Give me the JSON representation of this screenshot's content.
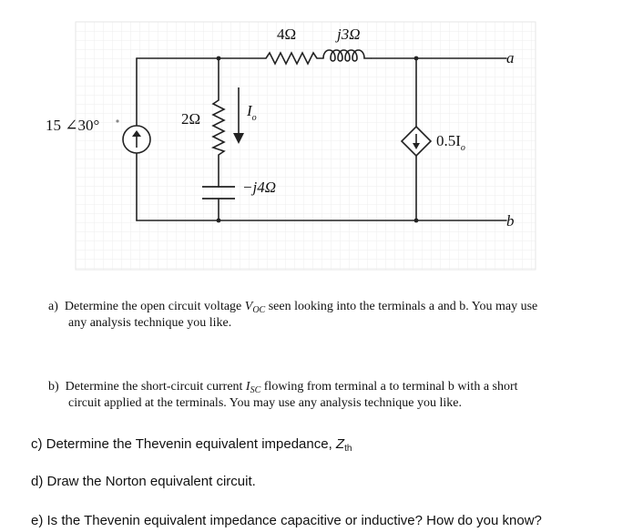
{
  "circuit": {
    "source_label": "15 ∠30°",
    "r1_label": "4Ω",
    "l1_label": "j3Ω",
    "r2_label": "2Ω",
    "current_label": "I",
    "current_sub": "o",
    "c1_label": "−j4Ω",
    "dep_source_label": "0.5I",
    "dep_source_sub": "o",
    "terminal_a": "a",
    "terminal_b": "b"
  },
  "questions": {
    "a": {
      "marker": "a)",
      "line1_pre": "Determine the open circuit voltage ",
      "var": "V",
      "var_sub": "OC",
      "line1_post": " seen looking into the terminals a and b.  You may use",
      "line2": "any analysis technique you like."
    },
    "b": {
      "marker": "b)",
      "line1_pre": "Determine the short-circuit current ",
      "var": "I",
      "var_sub": "SC",
      "line1_post": " flowing from terminal a to terminal b with a short",
      "line2": "circuit applied at the terminals.  You may use any analysis technique you like."
    },
    "c": {
      "text": "c) Determine the Thevenin equivalent impedance, ",
      "var": "Z",
      "var_sub": "th"
    },
    "d": {
      "text": "d) Draw the Norton equivalent circuit."
    },
    "e": {
      "text": "e) Is the Thevenin equivalent impedance capacitive or inductive? How do you know?"
    }
  }
}
